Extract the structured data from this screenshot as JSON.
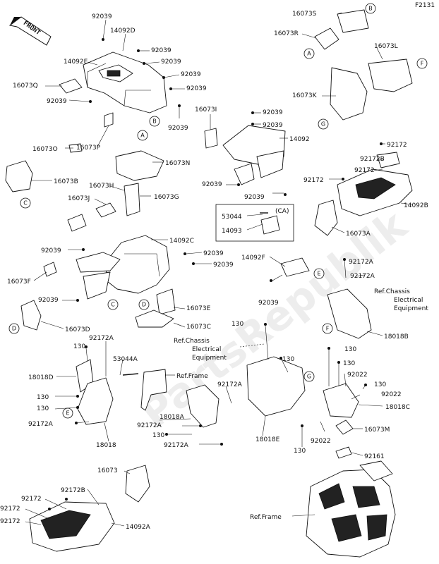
{
  "figure_code": "F2131",
  "watermark": "PartsRepublik",
  "front_indicator": "FRONT",
  "callout_letters": [
    "A",
    "B",
    "C",
    "D",
    "E",
    "F",
    "G"
  ],
  "labels": {
    "l_92039_a": "92039",
    "l_14092D": "14092D",
    "l_92039_b": "92039",
    "l_14092E": "14092E",
    "l_92039_c": "92039",
    "l_92039_d": "92039",
    "l_16073Q": "16073Q",
    "l_92039_e": "92039",
    "l_92039_f": "92039",
    "l_92039_g": "92039",
    "l_16073O": "16073O",
    "l_16073P": "16073P",
    "l_16073N": "16073N",
    "l_16073S": "16073S",
    "l_16073R": "16073R",
    "l_16073L": "16073L",
    "l_16073K": "16073K",
    "l_16073I": "16073I",
    "l_92039_h": "92039",
    "l_92039_i": "92039",
    "l_14092": "14092",
    "l_92039_j": "92039",
    "l_92039_k": "92039",
    "l_92172_a": "92172",
    "l_92172B_top": "92172B",
    "l_92172_b": "92172",
    "l_92172_c": "92172",
    "l_14092B": "14092B",
    "l_16073B": "16073B",
    "l_16073H": "16073H",
    "l_16073J": "16073J",
    "l_16073G": "16073G",
    "l_CA": "(CA)",
    "l_53044": "53044",
    "l_14093": "14093",
    "l_16073A": "16073A",
    "l_14092C": "14092C",
    "l_92039_l": "92039",
    "l_92039_m": "92039",
    "l_92039_n": "92039",
    "l_14092F": "14092F",
    "l_16073F": "16073F",
    "l_92039_o": "92039",
    "l_92039_p": "92039",
    "l_92172A_r1": "92172A",
    "l_92172A_r2": "92172A",
    "l_ref_chassis_r_1": "Ref.Chassis",
    "l_ref_chassis_r_2": "Electrical",
    "l_ref_chassis_r_3": "Equipment",
    "l_16073E": "16073E",
    "l_16073C": "16073C",
    "l_16073D": "16073D",
    "l_18018B": "18018B",
    "l_130_a": "130",
    "l_ref_chassis_c_1": "Ref.Chassis",
    "l_ref_chassis_c_2": "Electrical",
    "l_ref_chassis_c_3": "Equipment",
    "l_92172A_a": "92172A",
    "l_130_b": "130",
    "l_53044A": "53044A",
    "l_18018D": "18018D",
    "l_130_c": "130",
    "l_130_d": "130",
    "l_92172A_b": "92172A",
    "l_18018": "18018",
    "l_ref_frame_a": "Ref.Frame",
    "l_92172A_c": "92172A",
    "l_18018A": "18018A",
    "l_92172A_d": "92172A",
    "l_130_e": "130",
    "l_92172A_e": "92172A",
    "l_130_f": "130",
    "l_130_g": "130",
    "l_130_h": "130",
    "l_92022_a": "92022",
    "l_130_i": "130",
    "l_92022_b": "92022",
    "l_18018C": "18018C",
    "l_18018E": "18018E",
    "l_130_j": "130",
    "l_92022_c": "92022",
    "l_16073M": "16073M",
    "l_92161": "92161",
    "l_16073": "16073",
    "l_92172B_bot": "92172B",
    "l_92172_d": "92172",
    "l_92172_e": "92172",
    "l_92172_f": "92172",
    "l_14092A": "14092A",
    "l_ref_frame_b": "Ref.Frame"
  }
}
